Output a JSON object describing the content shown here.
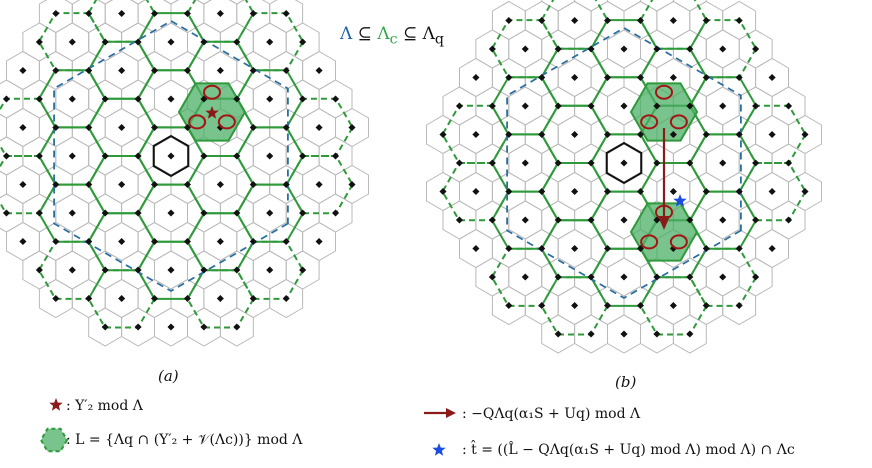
{
  "title": {
    "part1": "Λ",
    "op1": " ⊆ ",
    "part2": "Λ",
    "sub2": "c",
    "op2": " ⊆ ",
    "part3": "Λ",
    "sub3": "q"
  },
  "panels": [
    {
      "label": "(a)"
    },
    {
      "label": "(b)"
    }
  ],
  "legend": {
    "star_red": ": Y′₂   mod Λ",
    "region": ": L = {Λq ∩ (Y′₂ + 𝒱(Λc))}  mod Λ",
    "arrow": ": −QΛq(α₁S + Uq)   mod Λ",
    "star_blue": ": t̂ = ((L̂ − QΛq(α₁S + Uq)   mod Λ)   mod Λ) ∩ Λc"
  },
  "colors": {
    "fine_grid": "#b9b9b9",
    "coarse_green": "#2e9a3a",
    "outer_blue": "#2a6fa0",
    "region_fill": "#4caf65",
    "point": "#111111",
    "ellipse": "#a31515",
    "star_red": "#8b1a1a",
    "star_blue": "#1b4de0",
    "arrow": "#8b1a1a"
  }
}
